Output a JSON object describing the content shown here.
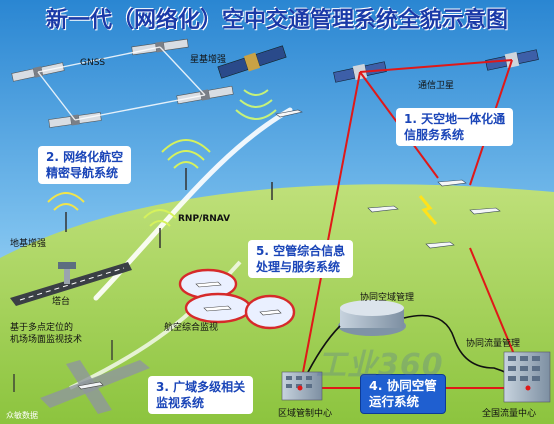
{
  "title": "新一代（网络化）空中交通管理系统全貌示意图",
  "labels": {
    "gnss": "GNSS",
    "satellite_aug": "星基增强",
    "comm_satellite": "通信卫星",
    "rnp_rnav": "RNP/RNAV",
    "ground_aug": "地基增强",
    "tower": "塔台",
    "airport_surveillance": "基于多点定位的\n机场场面监视技术",
    "aviation_surveillance": "航空综合监视",
    "collab_airspace": "协同空域管理",
    "collab_flow": "协同流量管理",
    "regional_center": "区域管制中心",
    "national_center": "全国流量中心"
  },
  "systems": {
    "s1": "1. 天空地一体化通\n信服务系统",
    "s2": "2. 网络化航空\n精密导航系统",
    "s3": "3. 广域多级相关\n监视系统",
    "s4": "4. 协同空管\n运行系统",
    "s5": "5. 空管综合信息\n处理与服务系统"
  },
  "watermark": "工业360",
  "corner_text": "众敏数据",
  "colors": {
    "title": "#1a3aa8",
    "system_box": "#1f5fd0",
    "link_line": "#e01818",
    "sky_top": "#2f8ed6",
    "ground": "#a9d25a"
  }
}
